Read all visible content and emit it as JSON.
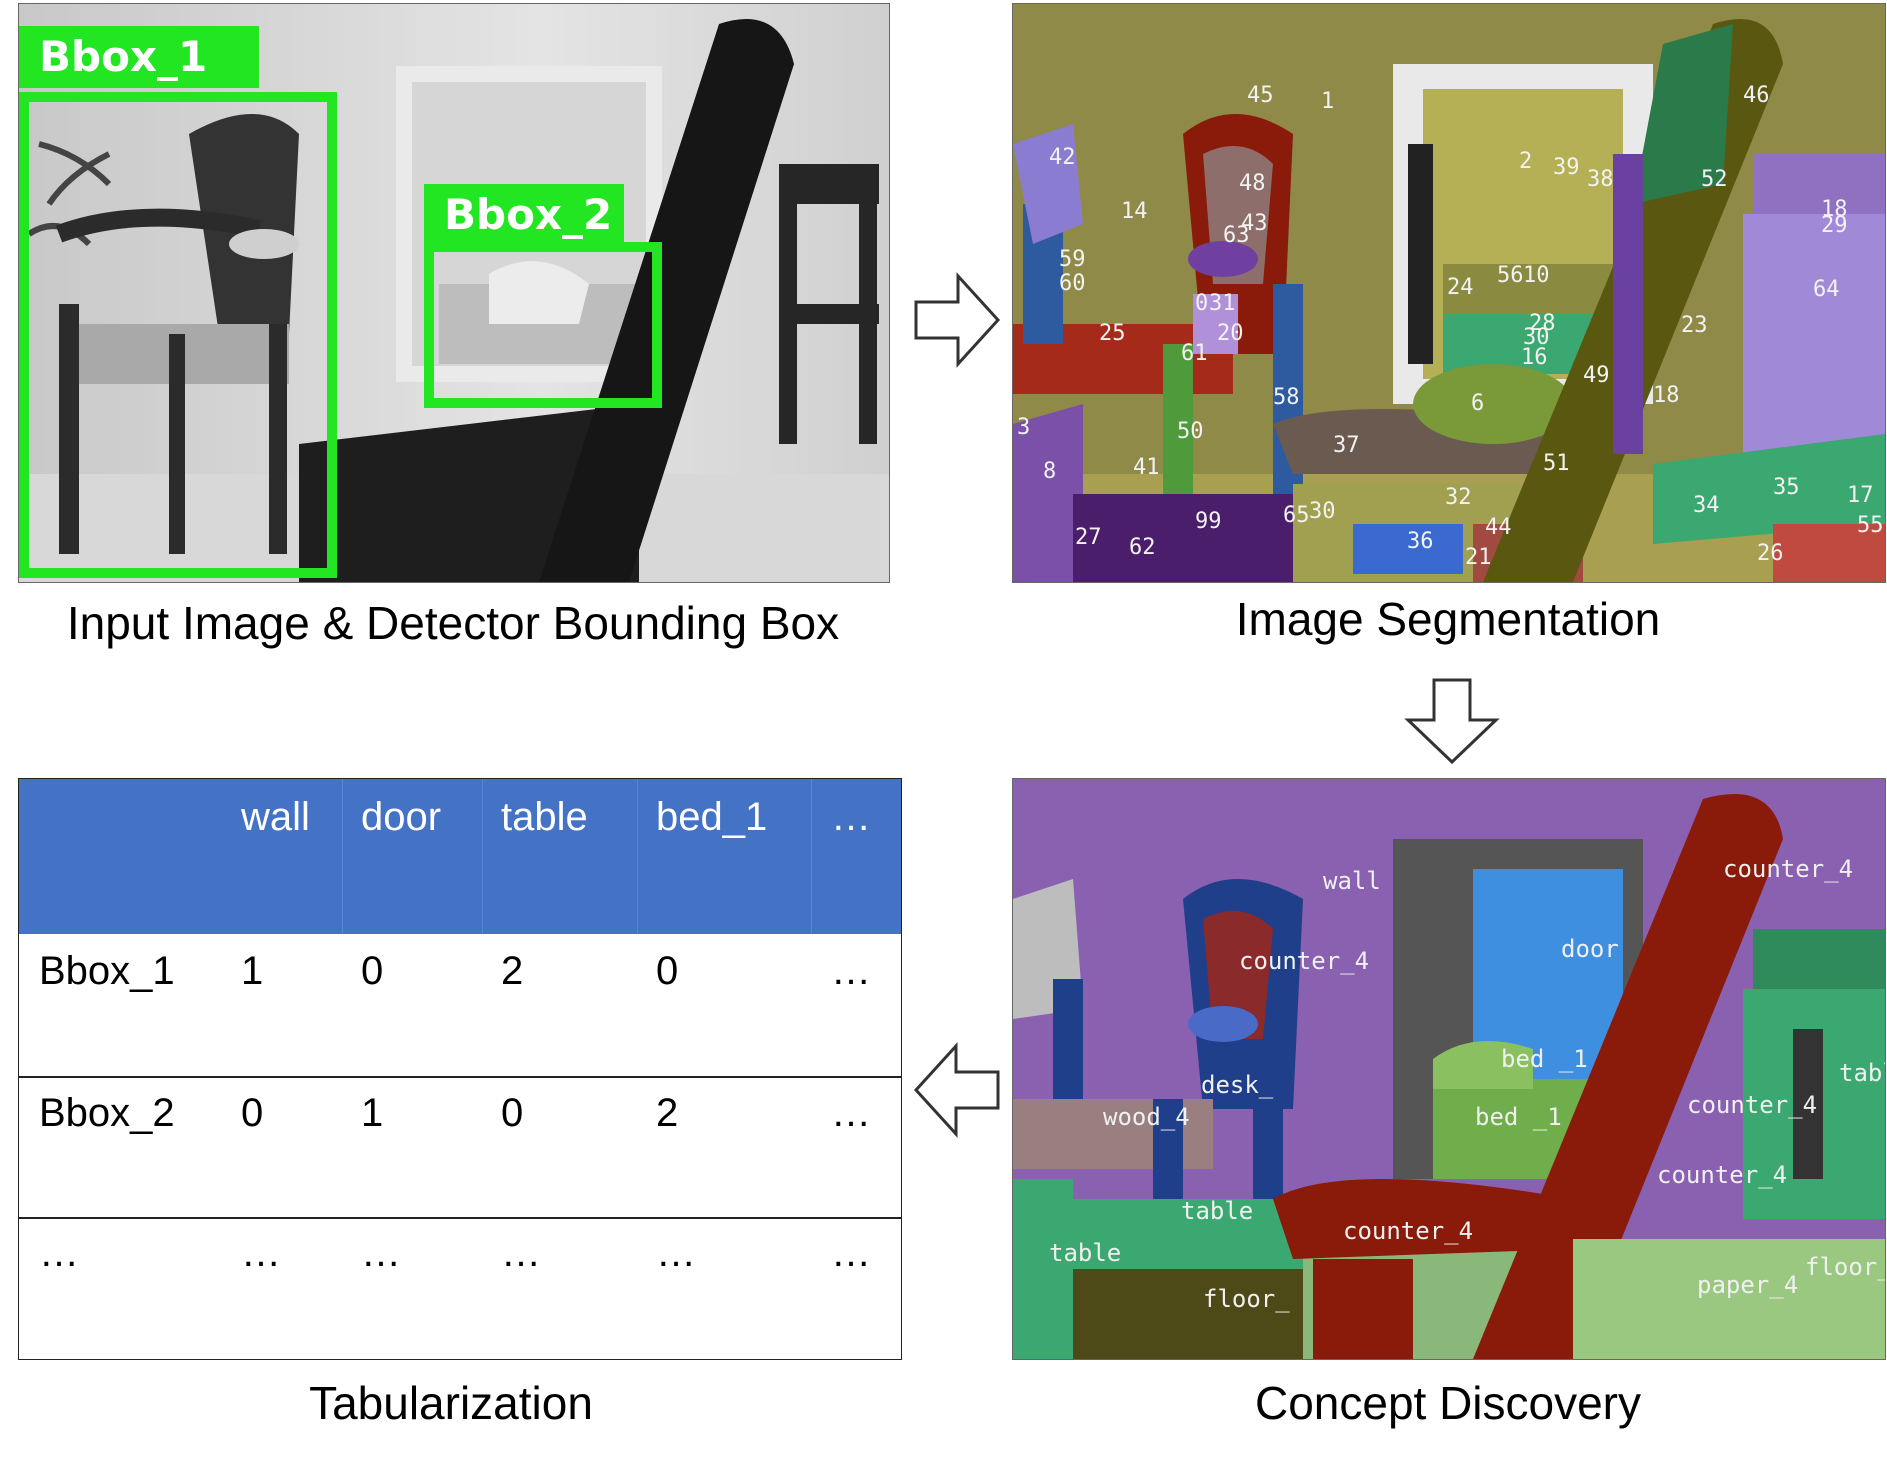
{
  "captions": {
    "input": "Input Image & Detector Bounding Box",
    "segmentation": "Image Segmentation",
    "concept": "Concept Discovery",
    "tabular": "Tabularization"
  },
  "bboxes": [
    "Bbox_1",
    "Bbox_2"
  ],
  "segment_labels": [
    "45",
    "1",
    "46",
    "42",
    "48",
    "43",
    "63",
    "14",
    "59",
    "60",
    "0",
    "31",
    "20",
    "25",
    "61",
    "2",
    "39",
    "38",
    "52",
    "18",
    "29",
    "64",
    "24",
    "56",
    "10",
    "28",
    "30",
    "16",
    "49",
    "23",
    "18",
    "6",
    "58",
    "3",
    "8",
    "50",
    "41",
    "37",
    "51",
    "32",
    "35",
    "17",
    "34",
    "55",
    "27",
    "62",
    "99",
    "65",
    "30",
    "36",
    "44",
    "21",
    "26"
  ],
  "concept_labels": [
    "wall",
    "counter_4",
    "door",
    "counter_4",
    "bed _1",
    "tabl",
    "desk_",
    "wood_4",
    "counter_4",
    "bed _1",
    "counter_4",
    "table",
    "counter_4",
    "table",
    "floor_",
    "floor_",
    "paper_4"
  ],
  "table": {
    "columns": [
      "",
      "wall",
      "door",
      "table",
      "bed_1",
      "…"
    ],
    "rows": [
      [
        "Bbox_1",
        "1",
        "0",
        "2",
        "0",
        "…"
      ],
      [
        "Bbox_2",
        "0",
        "1",
        "0",
        "2",
        "…"
      ],
      [
        "…",
        "…",
        "…",
        "…",
        "…",
        "…"
      ]
    ]
  },
  "colors": {
    "bbox_green": "#22e622",
    "table_header": "#4472c4",
    "wall_olive": "#8f8a48",
    "concept_wall": "#8a60b0",
    "counter_red": "#8a1a0a",
    "door_blue": "#3f8fe0"
  }
}
